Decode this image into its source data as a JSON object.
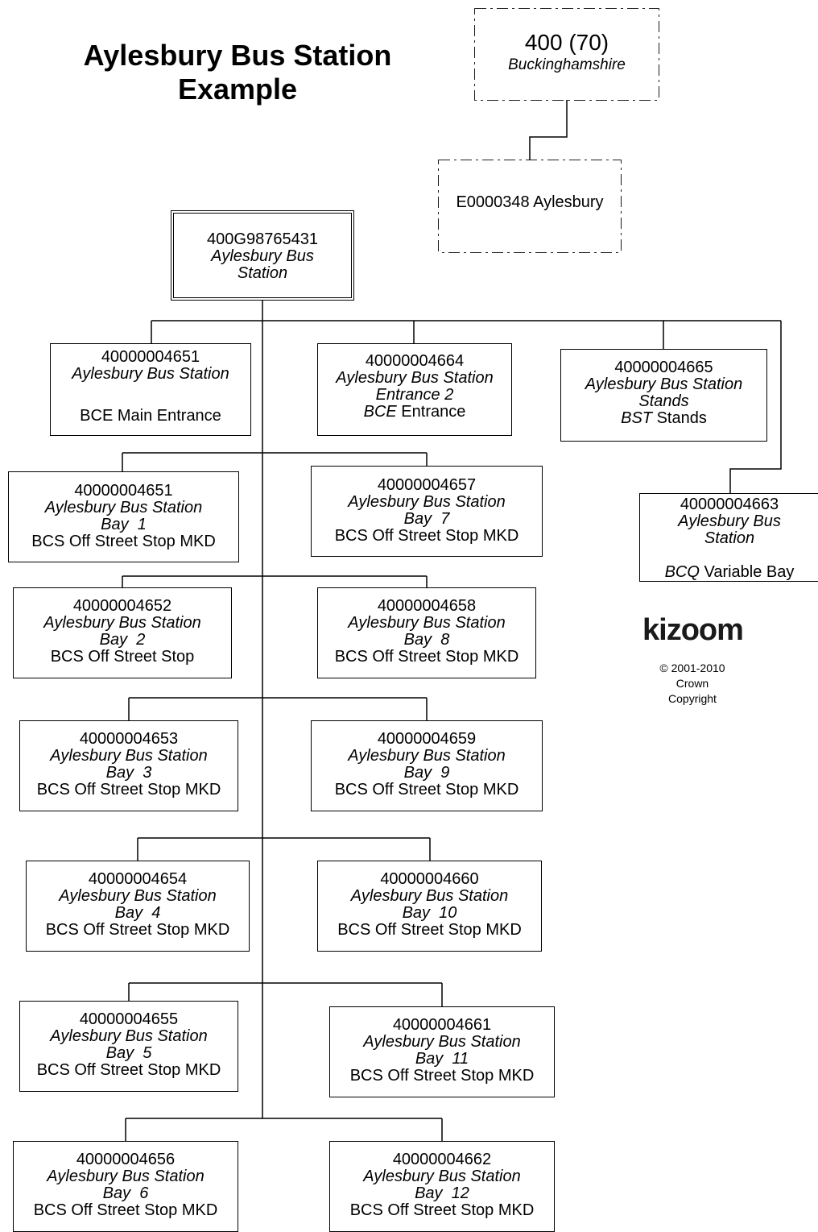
{
  "title": {
    "line1": "Aylesbury Bus Station",
    "line2": "Example"
  },
  "admin_area": {
    "code": "400 (70)",
    "name": "Buckinghamshire"
  },
  "locality": {
    "label": "E0000348 Aylesbury"
  },
  "group": {
    "code": "400G98765431",
    "name1": "Aylesbury Bus",
    "name2": "Station"
  },
  "entrances": [
    {
      "code": "40000004651",
      "name": "Aylesbury Bus Station",
      "type": "BCE Main Entrance"
    },
    {
      "code": "40000004664",
      "name": "Aylesbury Bus Station",
      "indicator": "Entrance 2",
      "type_code": "BCE",
      "type_label": " Entrance"
    },
    {
      "code": "40000004665",
      "name": "Aylesbury Bus Station",
      "indicator": "Stands",
      "type_code": "BST",
      "type_label": " Stands"
    }
  ],
  "variable_bay": {
    "code": "40000004663",
    "name1": "Aylesbury Bus",
    "name2": "Station",
    "type_code": "BCQ",
    "type_label": " Variable Bay"
  },
  "bays": [
    {
      "code": "40000004651",
      "name": "Aylesbury Bus Station",
      "bay": "Bay  1",
      "type": "BCS Off Street Stop MKD"
    },
    {
      "code": "40000004657",
      "name": "Aylesbury Bus Station",
      "bay": "Bay  7",
      "type": "BCS Off Street Stop MKD"
    },
    {
      "code": "40000004652",
      "name": "Aylesbury Bus Station",
      "bay": "Bay  2",
      "type": "BCS Off Street Stop"
    },
    {
      "code": "40000004658",
      "name": "Aylesbury Bus Station",
      "bay": "Bay  8",
      "type": "BCS Off Street Stop MKD"
    },
    {
      "code": "40000004653",
      "name": "Aylesbury Bus Station",
      "bay": "Bay  3",
      "type": "BCS Off Street Stop MKD"
    },
    {
      "code": "40000004659",
      "name": "Aylesbury Bus Station",
      "bay": "Bay  9",
      "type": "BCS Off Street Stop MKD"
    },
    {
      "code": "40000004654",
      "name": "Aylesbury Bus Station",
      "bay": "Bay  4",
      "type": "BCS Off Street Stop MKD"
    },
    {
      "code": "40000004660",
      "name": "Aylesbury Bus Station",
      "bay": "Bay  10",
      "type": "BCS Off Street Stop MKD"
    },
    {
      "code": "40000004655",
      "name": "Aylesbury Bus Station",
      "bay": "Bay  5",
      "type": "BCS Off Street Stop MKD"
    },
    {
      "code": "40000004661",
      "name": "Aylesbury Bus Station",
      "bay": "Bay  11",
      "type": "BCS Off Street Stop MKD"
    },
    {
      "code": "40000004656",
      "name": "Aylesbury Bus Station",
      "bay": "Bay  6",
      "type": "BCS Off Street Stop MKD"
    },
    {
      "code": "40000004662",
      "name": "Aylesbury Bus Station",
      "bay": "Bay  12",
      "type": "BCS Off Street Stop MKD"
    }
  ],
  "logo": {
    "text": "kizoom"
  },
  "copyright": {
    "line1": "© 2001-2010",
    "line2": "Crown",
    "line3": "Copyright"
  }
}
